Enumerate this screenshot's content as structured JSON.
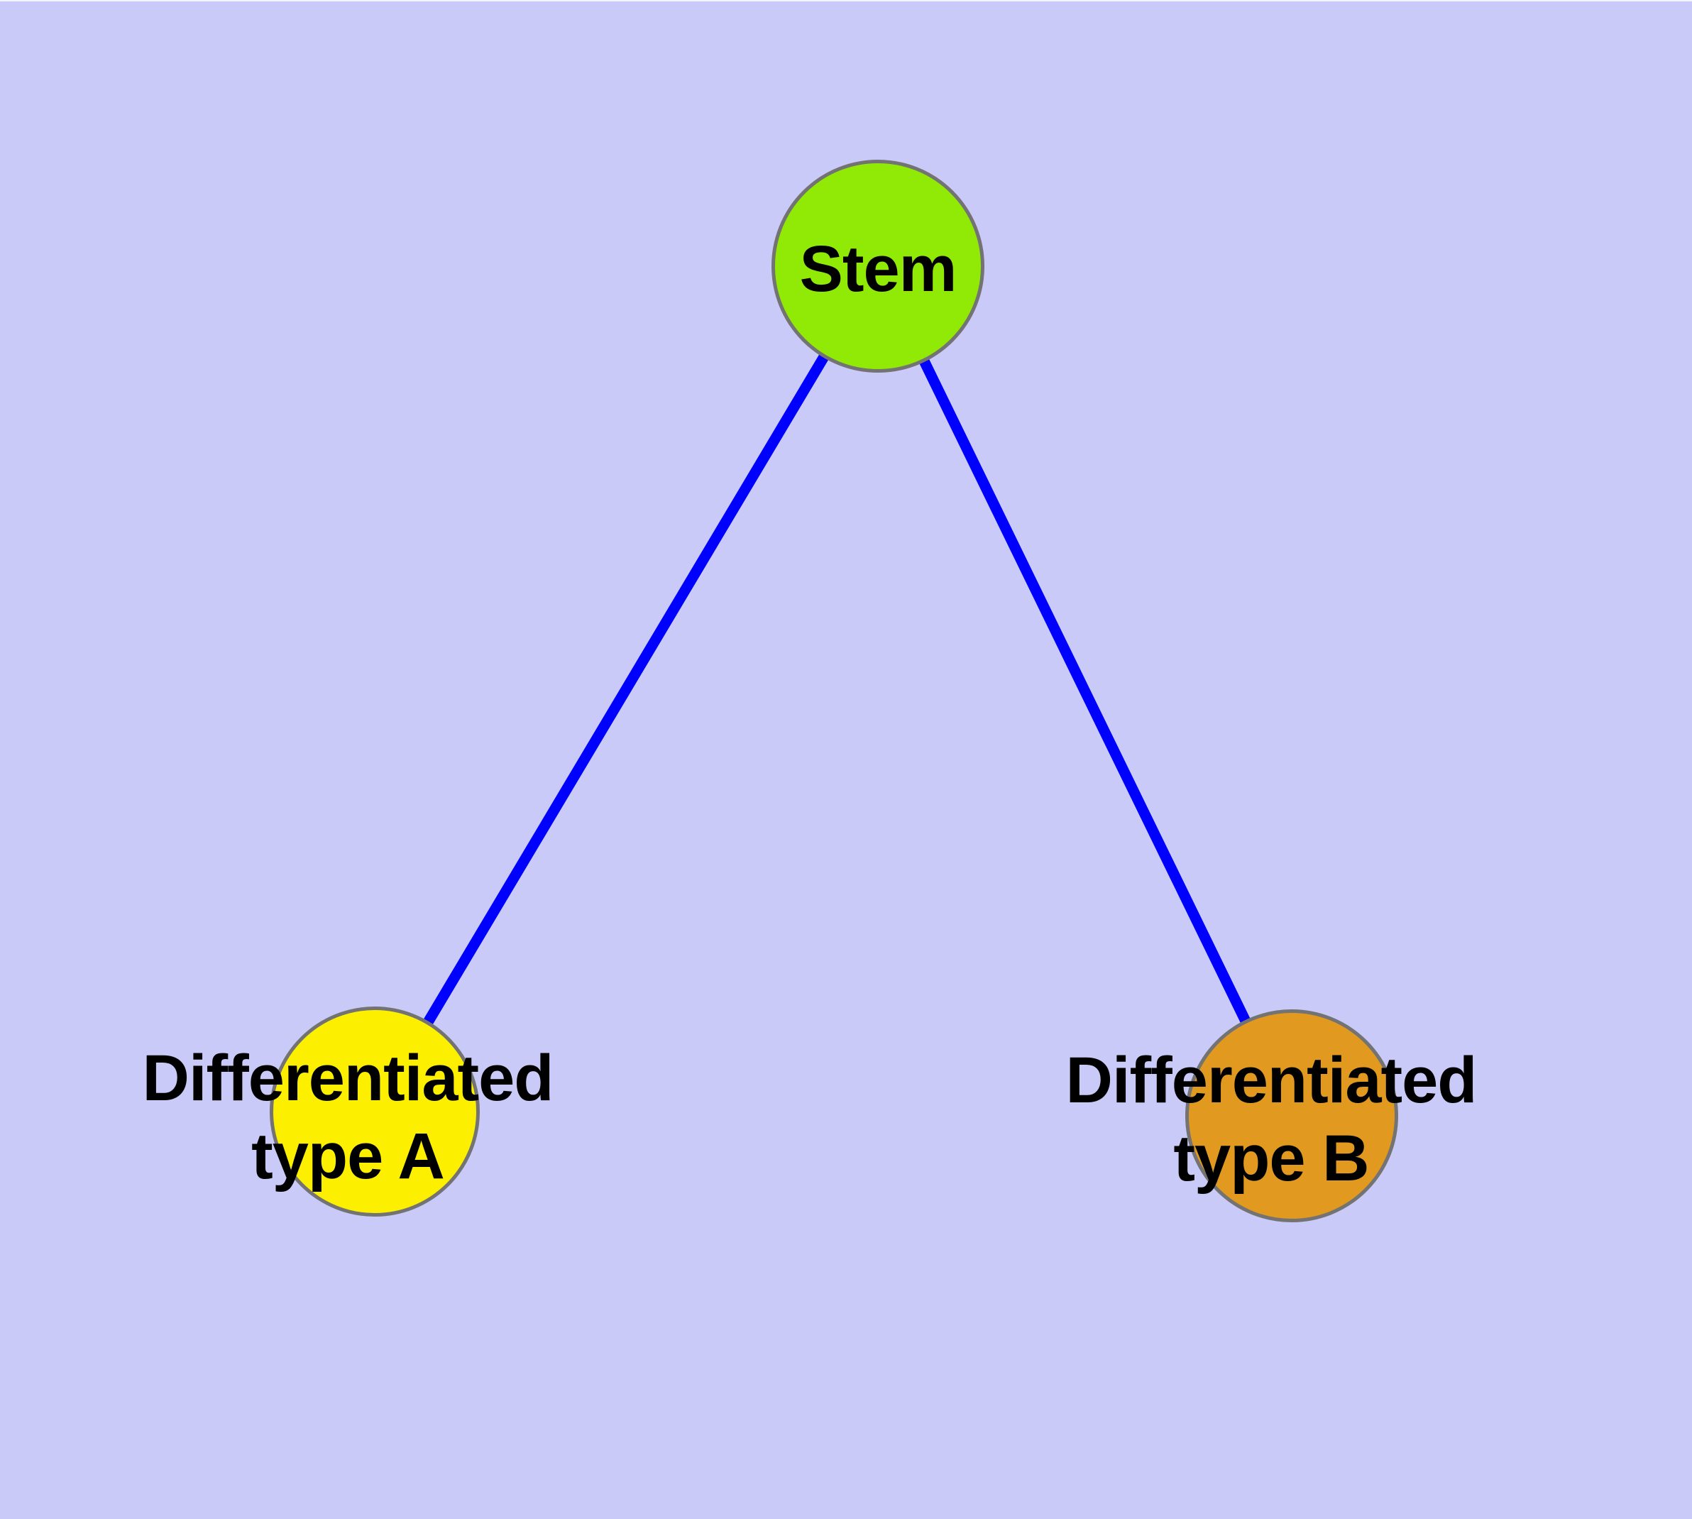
{
  "diagram_title": "",
  "colors": {
    "background": "#CACAF8",
    "edge": "#0000FF",
    "node_border": "#737373",
    "text": "#000000"
  },
  "nodes": {
    "stem": {
      "label": "Stem",
      "fill": "#91EA06"
    },
    "type_a": {
      "label_line1": "Differentiated",
      "label_line2": "type A",
      "fill": "#FCF000"
    },
    "type_b": {
      "label_line1": "Differentiated",
      "label_line2": "type B",
      "fill": "#E2991F"
    }
  },
  "edges": [
    {
      "from": "Stem",
      "to": "Differentiated type A"
    },
    {
      "from": "Stem",
      "to": "Differentiated type B"
    }
  ]
}
